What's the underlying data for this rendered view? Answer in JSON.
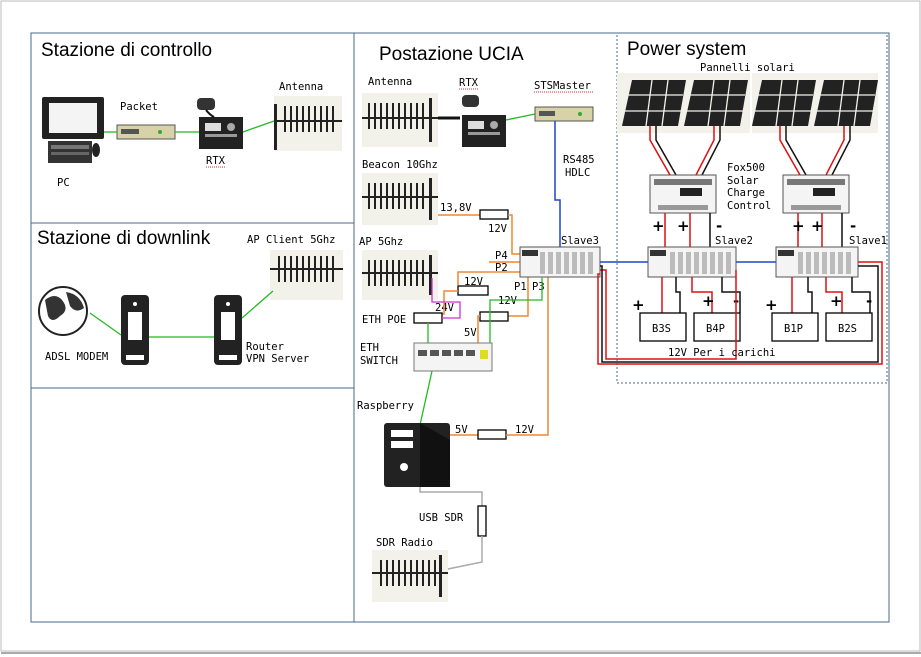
{
  "sections": {
    "control": "Stazione di controllo",
    "downlink": "Stazione di downlink",
    "ucia": "Postazione UCIA",
    "power": "Power system"
  },
  "control": {
    "pc": "PC",
    "packet": "Packet",
    "rtx": "RTX",
    "antenna": "Antenna"
  },
  "downlink": {
    "ap_client": "AP Client 5Ghz",
    "adsl": "ADSL MODEM",
    "router_1": "Router",
    "router_2": "VPN Server"
  },
  "ucia": {
    "antenna": "Antenna",
    "rtx": "RTX",
    "stsmaster": "STSMaster",
    "rs485": "RS485",
    "hdlc": "HDLC",
    "beacon": "Beacon 10Ghz",
    "v138": "13,8V",
    "v12_beacon": "12V",
    "ap5": "AP 5Ghz",
    "p4": "P4",
    "p2": "P2",
    "p1": "P1",
    "p3": "P3",
    "v12_poe": "12V",
    "v24": "24V",
    "v12_switch": "12V",
    "v5_switch": "5V",
    "eth_poe": "ETH POE",
    "eth_switch_1": "ETH",
    "eth_switch_2": "SWITCH",
    "raspberry": "Raspberry",
    "v5_rpi": "5V",
    "v12_rpi": "12V",
    "usb_sdr": "USB SDR",
    "sdr_radio": "SDR Radio",
    "slave3": "Slave3"
  },
  "power": {
    "panels": "Pannelli solari",
    "fox_1": "Fox500",
    "fox_2": "Solar",
    "fox_3": "Charge",
    "fox_4": "Control",
    "slave2": "Slave2",
    "slave1": "Slave1",
    "b3s": "B3S",
    "b4p": "B4P",
    "b1p": "B1P",
    "b2s": "B2S",
    "loads": "12V Per i carichi",
    "plus": "+",
    "minus": "-"
  },
  "colors": {
    "ethernet": "#22bb22",
    "power_12v": "#ee8833",
    "rs485": "#2244cc",
    "positive": "#dd1111",
    "negative": "#111111",
    "poe": "#cc33cc",
    "usb": "#aaaaaa",
    "frame": "#4a6a8a"
  }
}
